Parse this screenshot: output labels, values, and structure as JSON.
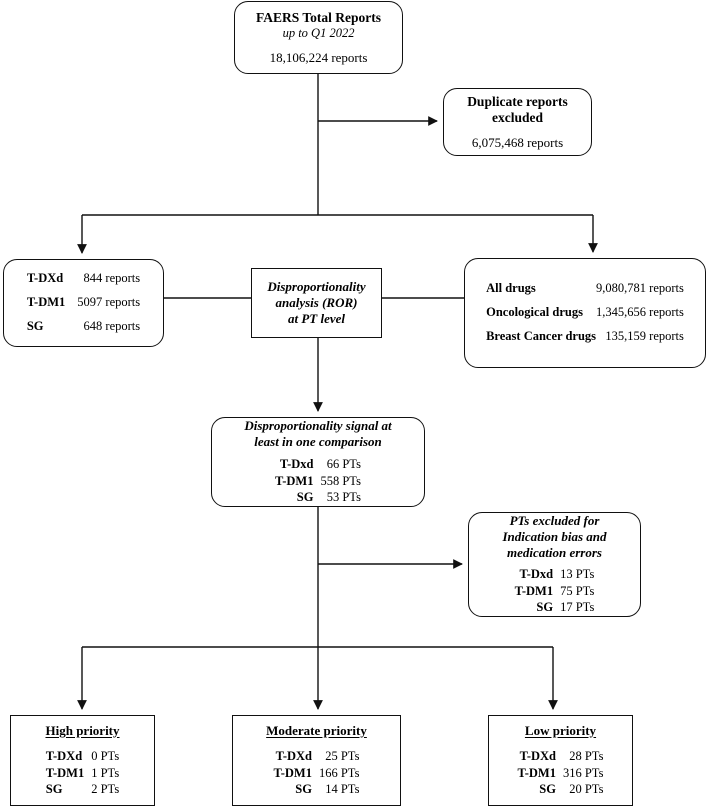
{
  "diagram": {
    "title": "FAERS pharmacovigilance study flowchart",
    "line_color": "#111111",
    "background": "#ffffff"
  },
  "nodes": {
    "faers_total": {
      "title": "FAERS Total Reports",
      "subtitle": "up to Q1 2022",
      "value": "18,106,224 reports"
    },
    "duplicates": {
      "title_line1": "Duplicate reports",
      "title_line2": "excluded",
      "value": "6,075,468 reports"
    },
    "drug_reports": {
      "rows": [
        {
          "label": "T-DXd",
          "value": "844 reports"
        },
        {
          "label": "T-DM1",
          "value": "5097 reports"
        },
        {
          "label": "SG",
          "value": "648 reports"
        }
      ]
    },
    "ror_analysis": {
      "line1": "Disproportionality",
      "line2": "analysis (ROR)",
      "line3": "at PT level"
    },
    "comparators": {
      "rows": [
        {
          "label": "All drugs",
          "value": "9,080,781 reports"
        },
        {
          "label": "Oncological drugs",
          "value": "1,345,656 reports"
        },
        {
          "label": "Breast Cancer drugs",
          "value": "135,159 reports"
        }
      ]
    },
    "signal": {
      "title_line1": "Disproportionality signal at",
      "title_line2": "least in one comparison",
      "rows": [
        {
          "label": "T-Dxd",
          "value": "66 PTs"
        },
        {
          "label": "T-DM1",
          "value": "558 PTs"
        },
        {
          "label": "SG",
          "value": "53 PTs"
        }
      ]
    },
    "pts_excluded": {
      "title_line1": "PTs excluded for",
      "title_line2": "Indication bias and",
      "title_line3": "medication errors",
      "rows": [
        {
          "label": "T-Dxd",
          "value": "13 PTs"
        },
        {
          "label": "T-DM1",
          "value": "75 PTs"
        },
        {
          "label": "SG",
          "value": "17 PTs"
        }
      ]
    },
    "high_priority": {
      "title": "High priority",
      "rows": [
        {
          "label": "T-DXd",
          "value": "0 PTs"
        },
        {
          "label": "T-DM1",
          "value": "1 PTs"
        },
        {
          "label": "SG",
          "value": "2 PTs"
        }
      ]
    },
    "moderate_priority": {
      "title": "Moderate priority",
      "rows": [
        {
          "label": "T-DXd",
          "value": "25 PTs"
        },
        {
          "label": "T-DM1",
          "value": "166 PTs"
        },
        {
          "label": "SG",
          "value": "14 PTs"
        }
      ]
    },
    "low_priority": {
      "title": "Low priority",
      "rows": [
        {
          "label": "T-DXd",
          "value": "28 PTs"
        },
        {
          "label": "T-DM1",
          "value": "316 PTs"
        },
        {
          "label": "SG",
          "value": "20 PTs"
        }
      ]
    }
  }
}
